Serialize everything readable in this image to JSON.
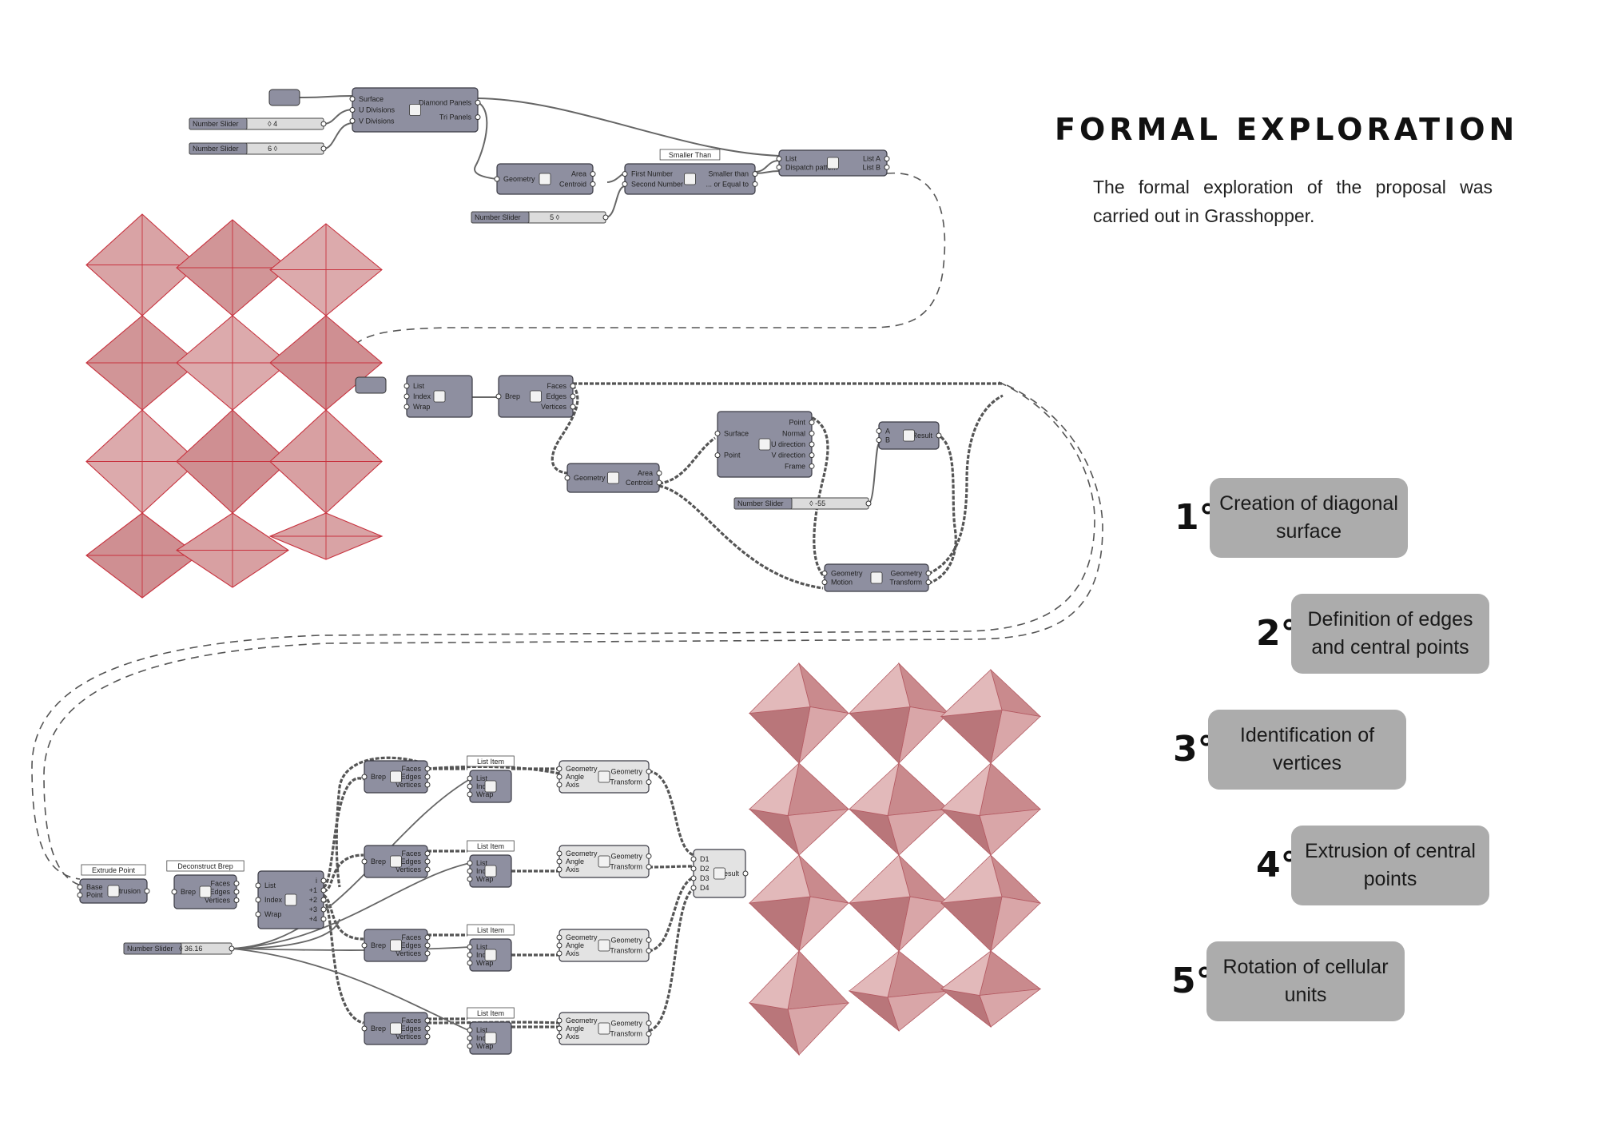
{
  "title": "FORMAL EXPLORATION",
  "description": "The formal exploration of the proposal was carried out in Grasshopper.",
  "steps": [
    {
      "number": "1°",
      "label": "Creation of diagonal surface"
    },
    {
      "number": "2°",
      "label": "Definition of edges and central points"
    },
    {
      "number": "3°",
      "label": "Identification of vertices"
    },
    {
      "number": "4°",
      "label": "Extrusion of central points"
    },
    {
      "number": "5°",
      "label": "Rotation of cellular units"
    }
  ],
  "nodes": {
    "diamond": {
      "inputs": [
        "Surface",
        "U Divisions",
        "V Divisions"
      ],
      "outputs": [
        "Diamond Panels",
        "Tri Panels"
      ]
    },
    "slider_u": {
      "label": "Number Slider",
      "value": "◊ 4"
    },
    "slider_v": {
      "label": "Number Slider",
      "value": "6 ◊"
    },
    "area1": {
      "inputs": [
        "Geometry"
      ],
      "outputs": [
        "Area",
        "Centroid"
      ]
    },
    "smaller": {
      "tag": "Smaller Than",
      "inputs": [
        "First Number",
        "Second Number"
      ],
      "outputs": [
        "Smaller than",
        "... or Equal to"
      ]
    },
    "slider_5": {
      "label": "Number Slider",
      "value": "5 ◊"
    },
    "dispatch": {
      "inputs": [
        "List",
        "Dispatch pattern"
      ],
      "outputs": [
        "List A",
        "List B"
      ]
    },
    "listitem1": {
      "inputs": [
        "List",
        "Index",
        "Wrap"
      ]
    },
    "debrep1": {
      "inputs": [
        "Brep"
      ],
      "outputs": [
        "Faces",
        "Edges",
        "Vertices"
      ]
    },
    "evalsurf": {
      "inputs": [
        "Surface",
        "Point"
      ],
      "outputs": [
        "Point",
        "Normal",
        "U direction",
        "V direction",
        "Frame"
      ]
    },
    "area2": {
      "inputs": [
        "Geometry"
      ],
      "outputs": [
        "Area",
        "Centroid"
      ]
    },
    "mult": {
      "inputs": [
        "A",
        "B"
      ],
      "outputs": [
        "Result"
      ]
    },
    "slider_55": {
      "label": "Number Slider",
      "value": "◊ -55"
    },
    "move": {
      "inputs": [
        "Geometry",
        "Motion"
      ],
      "outputs": [
        "Geometry",
        "Transform"
      ]
    },
    "extrude": {
      "tag": "Extrude Point",
      "inputs": [
        "Base",
        "Point"
      ],
      "outputs": [
        "Extrusion"
      ]
    },
    "debrep2": {
      "tag": "Deconstruct Brep",
      "inputs": [
        "Brep"
      ],
      "outputs": [
        "Faces",
        "Edges",
        "Vertices"
      ]
    },
    "list2": {
      "inputs": [
        "List",
        "Index",
        "Wrap"
      ],
      "outputs": [
        "i",
        "+1",
        "+2",
        "+3",
        "+4"
      ]
    },
    "slider_36": {
      "label": "Number Slider",
      "value": "◊ 36.16"
    },
    "debrep_row": {
      "inputs": [
        "Brep"
      ],
      "outputs": [
        "Faces",
        "Edges",
        "Vertices"
      ]
    },
    "listitem_row": {
      "tag": "List Item",
      "inputs": [
        "List",
        "Index",
        "Wrap"
      ]
    },
    "rotate_row": {
      "inputs": [
        "Geometry",
        "Angle",
        "Axis"
      ],
      "outputs": [
        "Geometry",
        "Transform"
      ]
    },
    "merge": {
      "inputs": [
        "D1",
        "D2",
        "D3",
        "D4"
      ],
      "outputs": [
        "Result"
      ]
    }
  },
  "colors": {
    "panel_fill": "#d8a2a4",
    "panel_edge": "#c8323e",
    "node_fill": "#8e8fa0",
    "node_light": "#e3e3e3",
    "box_fill": "#acacac"
  }
}
